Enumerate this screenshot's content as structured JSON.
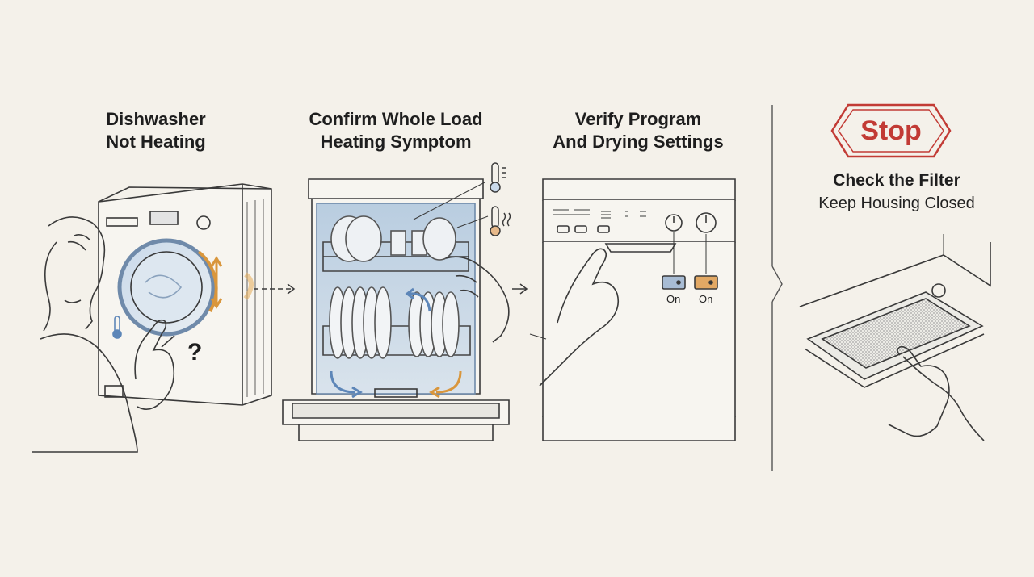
{
  "steps": [
    {
      "line1": "Dishwasher",
      "line2": "Not Heating"
    },
    {
      "line1": "Confirm Whole Load",
      "line2": "Heating Symptom"
    },
    {
      "line1": "Verify Program",
      "line2": "And Drying Settings"
    }
  ],
  "stop": {
    "label": "Stop",
    "title": "Check the Filter",
    "subtitle": "Keep Housing Closed"
  },
  "settings": {
    "left_label": "On",
    "right_label": "On"
  },
  "question_mark": "?",
  "colors": {
    "background": "#f4f1ea",
    "ink": "#2b2b2b",
    "stop_red": "#c23b35",
    "water_blue": "#5d86b8",
    "warm_orange": "#d9963c"
  },
  "icons": [
    "thermometer-icon",
    "arrow-right-icon",
    "stop-sign-icon",
    "pointing-hand-icon",
    "rotate-arrow-icon"
  ]
}
